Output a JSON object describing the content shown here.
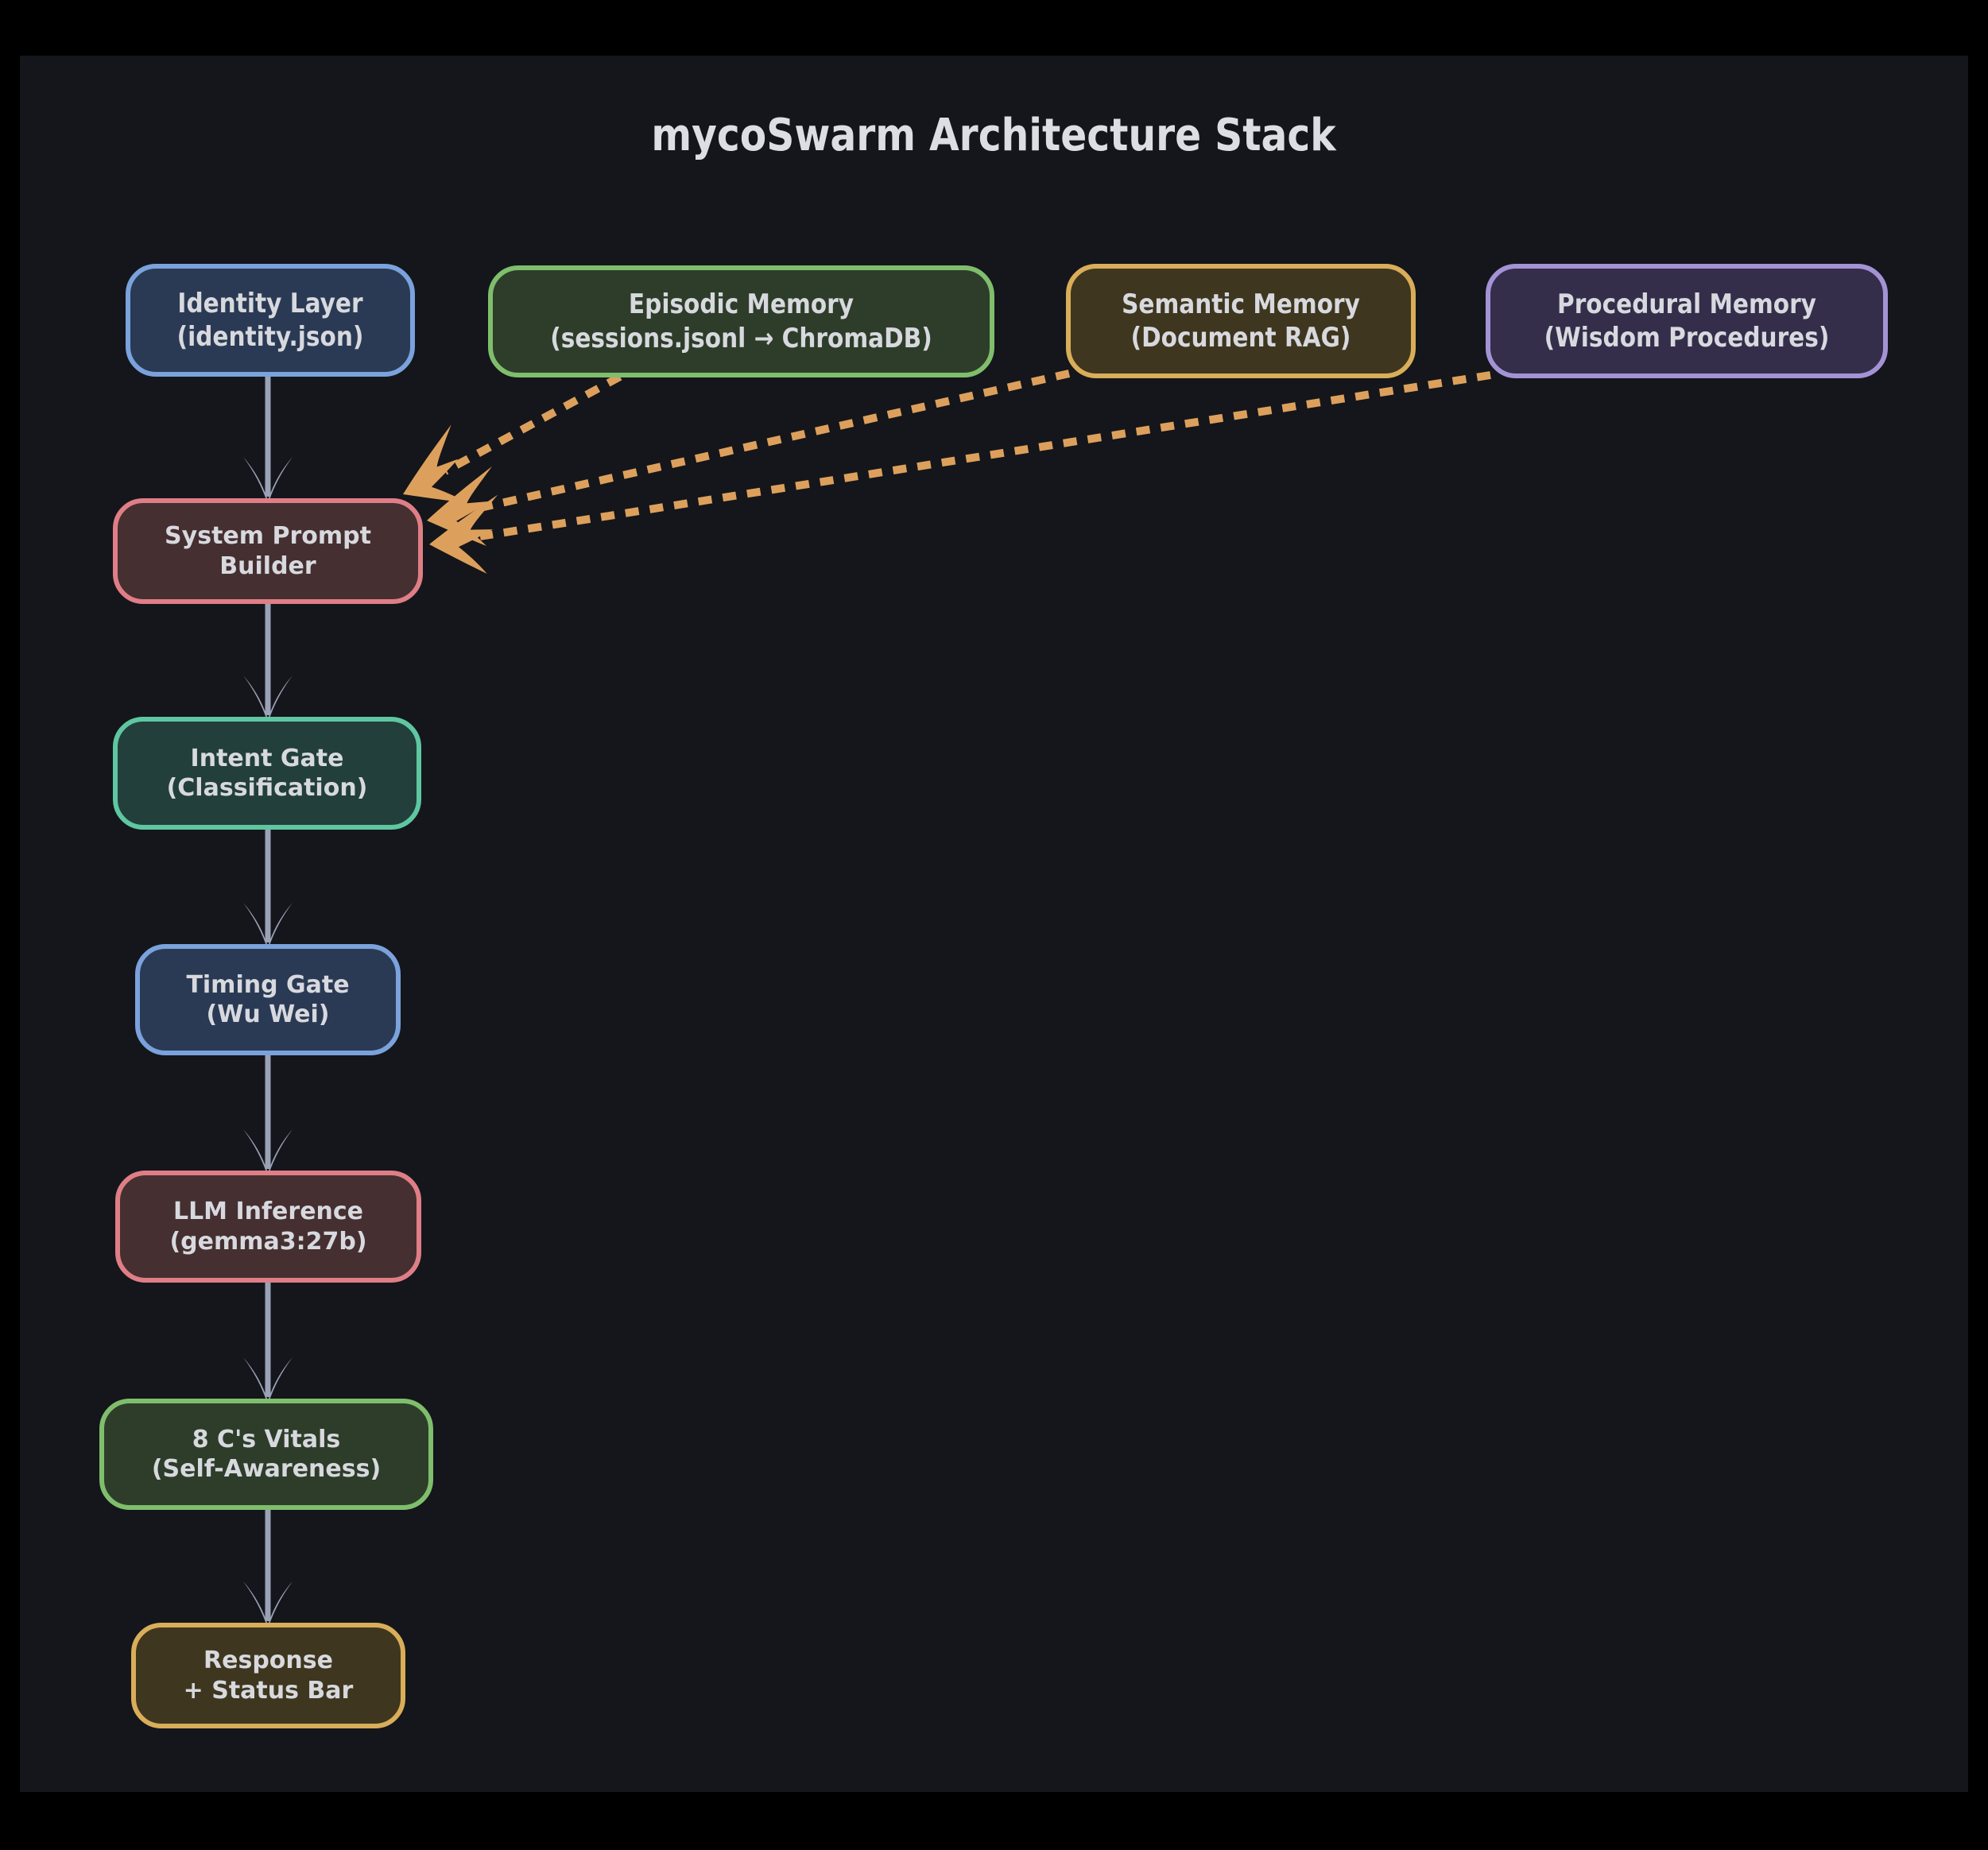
{
  "title": "mycoSwarm Architecture Stack",
  "palette": {
    "background": "#000000",
    "panel": "#14161b",
    "text": "#d7d9de",
    "flow_arrow": "#9aa2b6",
    "memory_arrow": "#dda05c",
    "blue_fill": "#2b3a54",
    "blue_stroke": "#7aa2dc",
    "green_fill": "#2e3d2a",
    "green_stroke": "#7fbe6c",
    "gold_fill": "#3f361f",
    "gold_stroke": "#d9ad59",
    "purple_fill": "#342e4b",
    "purple_stroke": "#a393d5",
    "red_fill": "#452f31",
    "red_stroke": "#df7e86",
    "teal_fill": "#223f3b",
    "teal_stroke": "#5fc6a2"
  },
  "nodes": {
    "identity": {
      "line1": "Identity Layer",
      "line2": "(identity.json)"
    },
    "episodic": {
      "line1": "Episodic Memory",
      "line2": "(sessions.jsonl → ChromaDB)"
    },
    "semantic": {
      "line1": "Semantic Memory",
      "line2": "(Document RAG)"
    },
    "procedural": {
      "line1": "Procedural Memory",
      "line2": "(Wisdom Procedures)"
    },
    "prompt_builder": {
      "line1": "System Prompt",
      "line2": "Builder"
    },
    "intent_gate": {
      "line1": "Intent Gate",
      "line2": "(Classification)"
    },
    "timing_gate": {
      "line1": "Timing Gate",
      "line2": "(Wu Wei)"
    },
    "llm": {
      "line1": "LLM Inference",
      "line2": "(gemma3:27b)"
    },
    "vitals": {
      "line1": "8 C's Vitals",
      "line2": "(Self-Awareness)"
    },
    "response": {
      "line1": "Response",
      "line2": "+ Status Bar"
    }
  },
  "edges": {
    "flow": [
      {
        "from": "Identity Layer",
        "to": "System Prompt Builder"
      },
      {
        "from": "System Prompt Builder",
        "to": "Intent Gate"
      },
      {
        "from": "Intent Gate",
        "to": "Timing Gate"
      },
      {
        "from": "Timing Gate",
        "to": "LLM Inference"
      },
      {
        "from": "LLM Inference",
        "to": "8 C's Vitals"
      },
      {
        "from": "8 C's Vitals",
        "to": "Response + Status Bar"
      }
    ],
    "memory_feeds": [
      {
        "from": "Episodic Memory",
        "to": "System Prompt Builder",
        "style": "dashed"
      },
      {
        "from": "Semantic Memory",
        "to": "System Prompt Builder",
        "style": "dashed"
      },
      {
        "from": "Procedural Memory",
        "to": "System Prompt Builder",
        "style": "dashed"
      }
    ]
  }
}
